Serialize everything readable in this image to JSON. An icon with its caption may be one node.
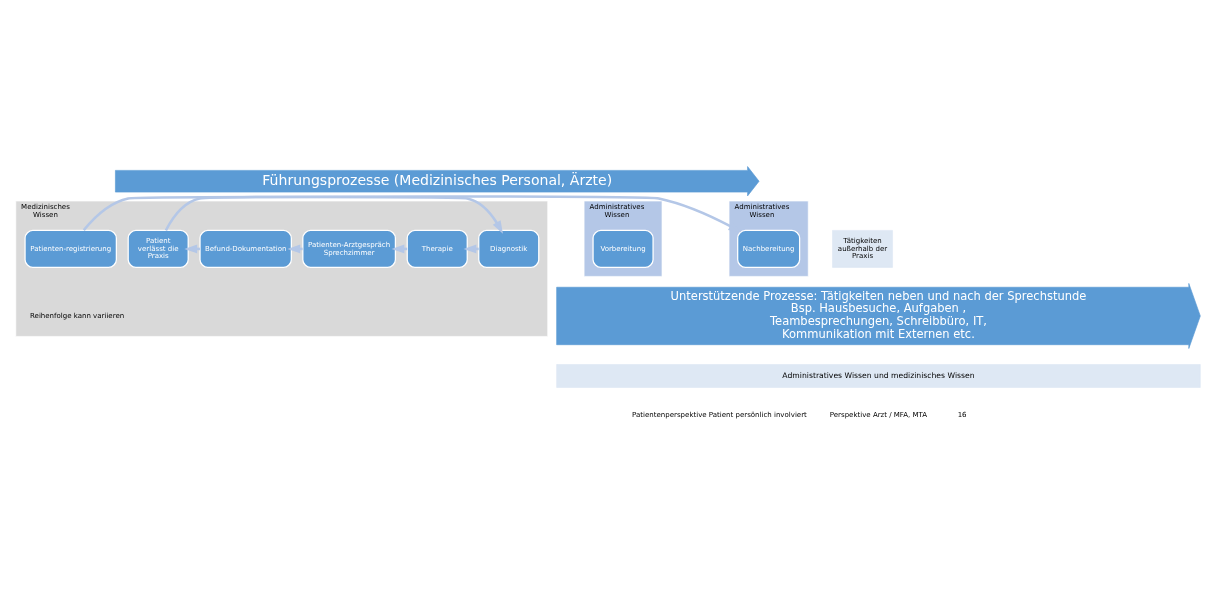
{
  "diagram": {
    "nodes": [
      {
        "text": [
          "Führungsprozesse (Medizinisches Personal, Ärzte)"
        ]
      },
      {
        "text": [
          "Administratives Wissen"
        ]
      },
      {
        "text": [
          "Vorbereitung"
        ],
        "in": 1
      },
      {
        "text": [
          "Medizinisches Wissen",
          "Reihenfolge kann variieren"
        ]
      },
      {
        "text": [
          "Patienten-registrierung"
        ],
        "in": 3
      },
      {
        "text": [
          "Diagnostik"
        ],
        "in": 3
      },
      {
        "text": [
          "Therapie"
        ],
        "in": 3
      },
      {
        "text": [
          "Patienten-Arztgespräch Sprechzimmer"
        ],
        "in": 3
      },
      {
        "text": [
          "Befund-Dokumentation"
        ],
        "in": 3
      },
      {
        "text": [
          "Patient verlässt die Praxis"
        ],
        "in": 3
      },
      {
        "text": [
          "Administratives Wissen"
        ]
      },
      {
        "text": [
          "Nachbereitung"
        ],
        "in": 10
      },
      {
        "text": [
          "Tätigkeiten außerhalb der Praxis"
        ]
      },
      {
        "text": [
          "Unterstützende Prozesse: Tätigkeiten neben und nach der Sprechstunde",
          "Bsp. Hausbesuche, Aufgaben , Teambesprechungen, Schreibbüro, IT, Kommunikation mit Externen etc."
        ]
      },
      {
        "text": [
          "Administratives Wissen und medizinisches Wissen"
        ]
      }
    ],
    "edges": [
      {
        "from": 4,
        "to": 5,
        "arrow": "to"
      },
      {
        "from": 5,
        "to": 6,
        "arrow": "to"
      },
      {
        "from": 6,
        "to": 7,
        "arrow": "to"
      },
      {
        "from": 7,
        "to": 8,
        "arrow": "to"
      },
      {
        "from": 8,
        "to": 9,
        "arrow": "to"
      },
      {
        "from": 9,
        "to": 11,
        "arrow": "to"
      }
    ],
    "labels": [
      "Patientenperspektive Patient persönlich involviert",
      "Perspektive Arzt / MFA, MTA",
      "16"
    ]
  }
}
